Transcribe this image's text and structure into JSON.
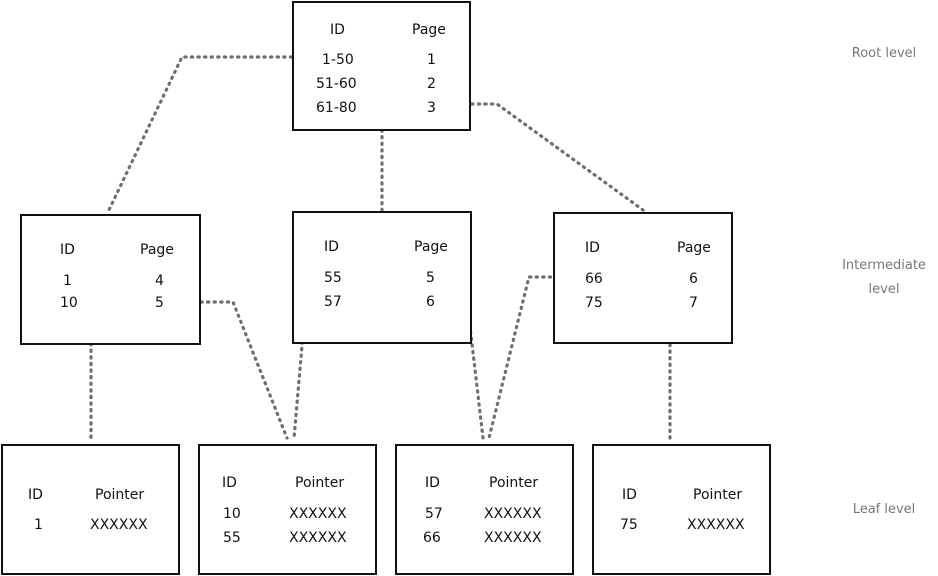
{
  "levels": {
    "root": "Root level",
    "intermediate_line1": "Intermediate",
    "intermediate_line2": "level",
    "leaf": "Leaf level"
  },
  "root": {
    "headers": [
      "ID",
      "Page"
    ],
    "rows": [
      [
        "1-50",
        "1"
      ],
      [
        "51-60",
        "2"
      ],
      [
        "61-80",
        "3"
      ]
    ]
  },
  "intermediate": [
    {
      "headers": [
        "ID",
        "Page"
      ],
      "rows": [
        [
          "1",
          "4"
        ],
        [
          "10",
          "5"
        ]
      ]
    },
    {
      "headers": [
        "ID",
        "Page"
      ],
      "rows": [
        [
          "55",
          "5"
        ],
        [
          "57",
          "6"
        ]
      ]
    },
    {
      "headers": [
        "ID",
        "Page"
      ],
      "rows": [
        [
          "66",
          "6"
        ],
        [
          "75",
          "7"
        ]
      ]
    }
  ],
  "leaves": [
    {
      "headers": [
        "ID",
        "Pointer"
      ],
      "rows": [
        [
          "1",
          "XXXXXX"
        ]
      ]
    },
    {
      "headers": [
        "ID",
        "Pointer"
      ],
      "rows": [
        [
          "10",
          "XXXXXX"
        ],
        [
          "55",
          "XXXXXX"
        ]
      ]
    },
    {
      "headers": [
        "ID",
        "Pointer"
      ],
      "rows": [
        [
          "57",
          "XXXXXX"
        ],
        [
          "66",
          "XXXXXX"
        ]
      ]
    },
    {
      "headers": [
        "ID",
        "Pointer"
      ],
      "rows": [
        [
          "75",
          "XXXXXX"
        ]
      ]
    }
  ]
}
